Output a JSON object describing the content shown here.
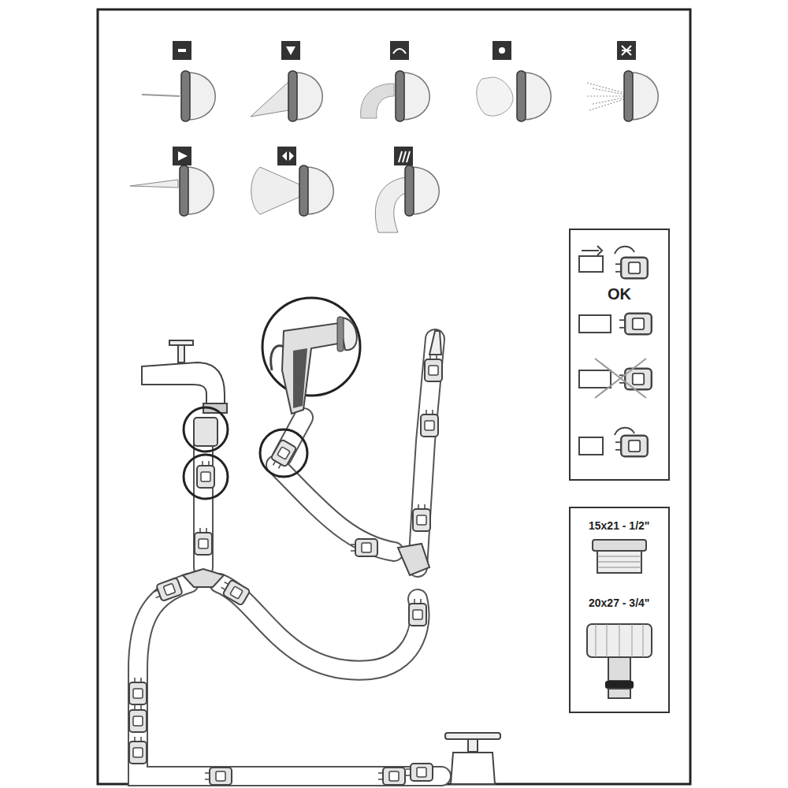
{
  "diagram": {
    "nodes": [
      {
        "text": [
          "OK"
        ]
      },
      {
        "text": [
          "15x21 - 1/2\"",
          "20x27 - 3/4\""
        ]
      }
    ]
  }
}
